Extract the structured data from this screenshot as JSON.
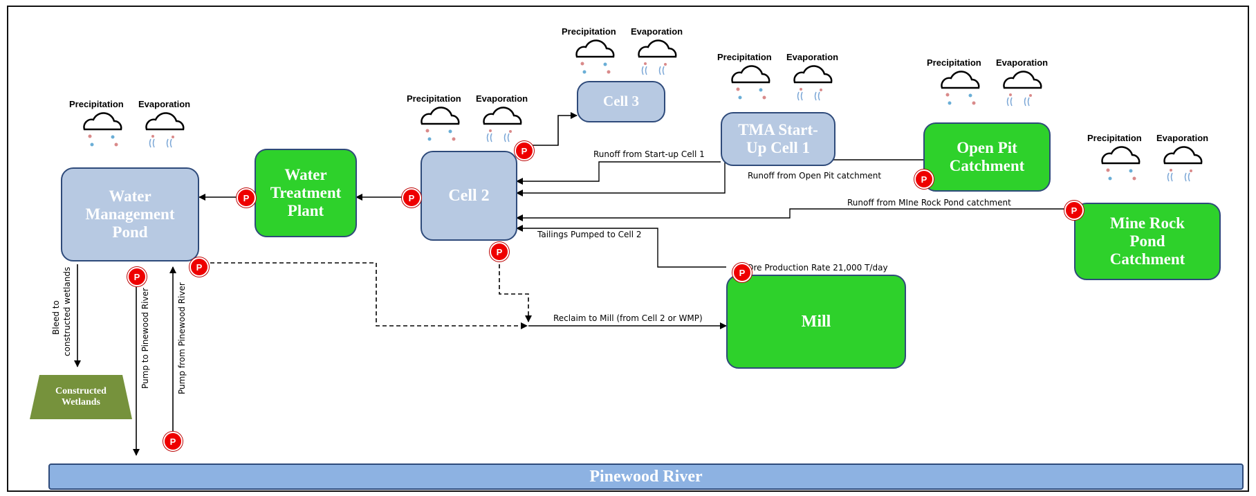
{
  "nodes": {
    "wmp": [
      "Water",
      "Management",
      "Pond"
    ],
    "wtp": [
      "Water",
      "Treatment",
      "Plant"
    ],
    "cell2": [
      "Cell 2"
    ],
    "cell3": [
      "Cell 3"
    ],
    "tma": [
      "TMA Start-",
      "Up Cell 1"
    ],
    "open_pit": [
      "Open Pit",
      "Catchment"
    ],
    "mine_rock": [
      "Mine Rock",
      "Pond",
      "Catchment"
    ],
    "mill": [
      "Mill"
    ],
    "wetlands": [
      "Constructed",
      "Wetlands"
    ],
    "river": "Pinewood River"
  },
  "weather": {
    "precipitation": "Precipitation",
    "evaporation": "Evaporation"
  },
  "pump_label": "P",
  "flows": {
    "runoff_startup": "Runoff from Start-up Cell 1",
    "runoff_open_pit": "Runoff from Open Pit catchment",
    "runoff_mine_rock": "Runoff from MIne Rock Pond catchment",
    "tailings": "Tailings Pumped to Cell 2",
    "ore_rate": "Ore Production Rate 21,000 T/day",
    "reclaim": "Reclaim to Mill (from Cell 2 or WMP)",
    "bleed_line1": "Bleed to",
    "bleed_line2": "constructed wetlands",
    "pump_to_river": "Pump to Pinewood River",
    "pump_from_river": "Pump from Pinewood River"
  },
  "colors": {
    "process_green": "#2ed12b",
    "storage_blue": "#b7c9e2",
    "river_blue": "#8db2e2",
    "wetland_olive": "#76923c",
    "pump_red": "#e00000"
  }
}
